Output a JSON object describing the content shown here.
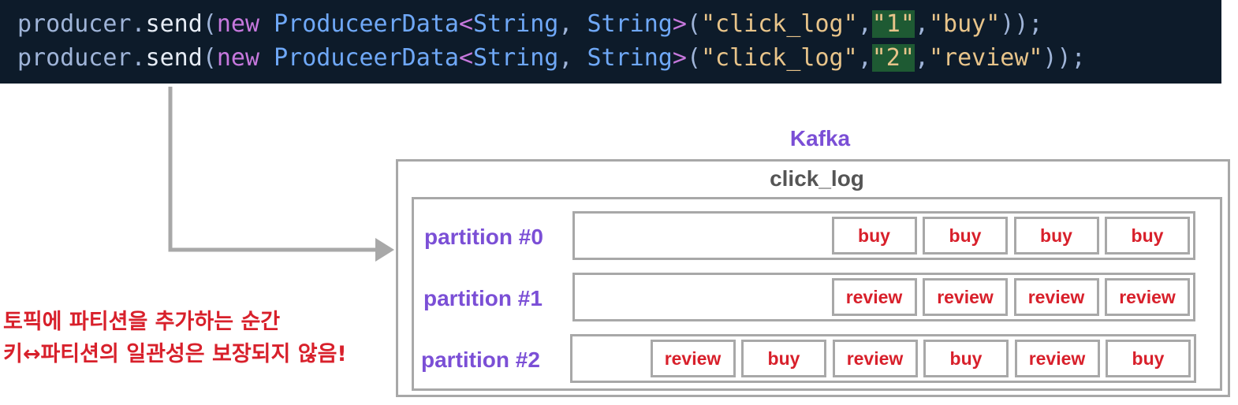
{
  "code": {
    "lines": [
      {
        "tokens": [
          {
            "text": "producer",
            "kind": "plain"
          },
          {
            "text": ".",
            "kind": "plain"
          },
          {
            "text": "send",
            "kind": "call"
          },
          {
            "text": "(",
            "kind": "plain"
          },
          {
            "text": "new ",
            "kind": "kw"
          },
          {
            "text": "ProduceerData",
            "kind": "type"
          },
          {
            "text": "<",
            "kind": "kw"
          },
          {
            "text": "String",
            "kind": "type"
          },
          {
            "text": ", ",
            "kind": "plain"
          },
          {
            "text": "String",
            "kind": "type"
          },
          {
            "text": ">",
            "kind": "kw"
          },
          {
            "text": "(",
            "kind": "plain"
          },
          {
            "text": "\"click_log\"",
            "kind": "str"
          },
          {
            "text": ",",
            "kind": "plain"
          },
          {
            "text": "\"1\"",
            "kind": "key"
          },
          {
            "text": ",",
            "kind": "plain"
          },
          {
            "text": "\"buy\"",
            "kind": "str"
          },
          {
            "text": "));",
            "kind": "plain"
          }
        ]
      },
      {
        "tokens": [
          {
            "text": "producer",
            "kind": "plain"
          },
          {
            "text": ".",
            "kind": "plain"
          },
          {
            "text": "send",
            "kind": "call"
          },
          {
            "text": "(",
            "kind": "plain"
          },
          {
            "text": "new ",
            "kind": "kw"
          },
          {
            "text": "ProduceerData",
            "kind": "type"
          },
          {
            "text": "<",
            "kind": "kw"
          },
          {
            "text": "String",
            "kind": "type"
          },
          {
            "text": ", ",
            "kind": "plain"
          },
          {
            "text": "String",
            "kind": "type"
          },
          {
            "text": ">",
            "kind": "kw"
          },
          {
            "text": "(",
            "kind": "plain"
          },
          {
            "text": "\"click_log\"",
            "kind": "str"
          },
          {
            "text": ",",
            "kind": "plain"
          },
          {
            "text": "\"2\"",
            "kind": "key"
          },
          {
            "text": ",",
            "kind": "plain"
          },
          {
            "text": "\"review\"",
            "kind": "str"
          },
          {
            "text": "));",
            "kind": "plain"
          }
        ]
      }
    ]
  },
  "kafka": {
    "title": "Kafka",
    "topic": "click_log",
    "partitions": [
      {
        "label": "partition #0",
        "messages": [
          "buy",
          "buy",
          "buy",
          "buy"
        ]
      },
      {
        "label": "partition #1",
        "messages": [
          "review",
          "review",
          "review",
          "review"
        ]
      },
      {
        "label": "partition #2",
        "messages": [
          "review",
          "buy",
          "review",
          "buy",
          "review",
          "buy"
        ]
      }
    ]
  },
  "note": {
    "line1": "토픽에 파티션을 추가하는 순간",
    "line2": "키↔파티션의 일관성은 보장되지 않음!"
  },
  "colors": {
    "code_background": "#0d1b2a",
    "accent_purple": "#7b4fd6",
    "message_red": "#d8202b",
    "border_gray": "#a8a8a8"
  }
}
